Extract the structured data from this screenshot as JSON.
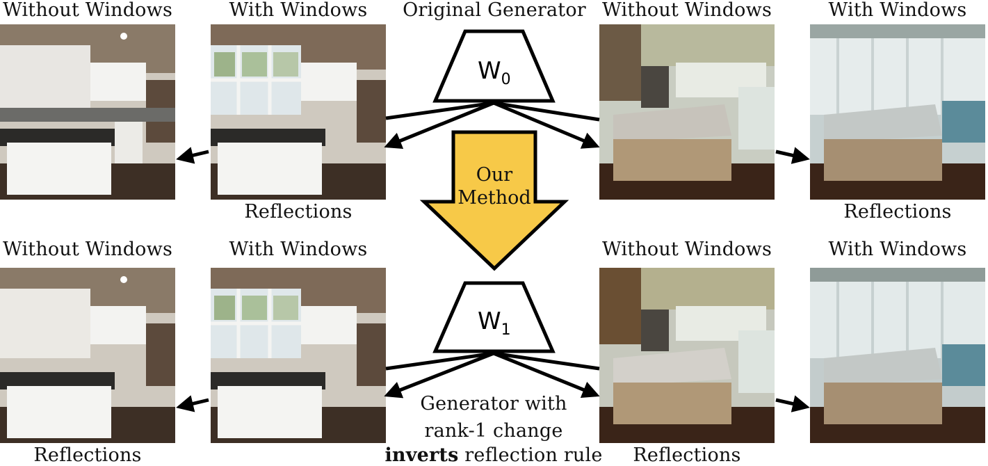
{
  "captions": {
    "top_row": [
      "Without Windows",
      "With Windows",
      "Without Windows",
      "With Windows"
    ],
    "bottom_row": [
      "Without Windows",
      "With Windows",
      "Without Windows",
      "With Windows"
    ],
    "original_generator": "Original Generator",
    "reflections_top_left": "Reflections",
    "reflections_top_right": "Reflections",
    "reflections_bottom_left": "Reflections",
    "reflections_bottom_right": "Reflections"
  },
  "generators": {
    "w0": {
      "symbol": "W",
      "subscript": "0"
    },
    "w1": {
      "symbol": "W",
      "subscript": "1"
    }
  },
  "method": {
    "line1": "Our",
    "line2": "Method",
    "color": "#f7c948"
  },
  "bottom_text": {
    "line1": "Generator with",
    "line2": "rank-1 change",
    "line3_bold": "inverts",
    "line3_rest": " reflection rule"
  },
  "scenes": {
    "left_kitchen": {
      "description_icon": "white-kitchen-photo"
    },
    "right_kitchen": {
      "description_icon": "wood-kitchen-photo"
    }
  }
}
